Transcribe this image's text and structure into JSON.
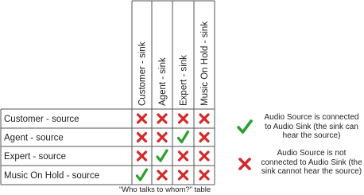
{
  "table": {
    "columns": [
      "Customer - sink",
      "Agent - sink",
      "Expert - sink",
      "Music On Hold - sink"
    ],
    "rows": [
      {
        "label": "Customer - source",
        "cells": [
          "no",
          "no",
          "no",
          "no"
        ]
      },
      {
        "label": "Agent - source",
        "cells": [
          "no",
          "no",
          "yes",
          "no"
        ]
      },
      {
        "label": "Expert - source",
        "cells": [
          "no",
          "yes",
          "no",
          "no"
        ]
      },
      {
        "label": "Music On Hold - source",
        "cells": [
          "yes",
          "no",
          "no",
          "no"
        ]
      }
    ],
    "caption": "“Who talks to whom?” table"
  },
  "legend": {
    "yes": {
      "icon": "check-icon",
      "text": "Audio Source is connected to Audio Sink (the sink can hear the source)"
    },
    "no": {
      "icon": "cross-icon",
      "text": "Audio Source is not connected to Audio Sink (the sink cannot hear the source)"
    }
  },
  "colors": {
    "yes": "#2e9e2e",
    "no": "#d42a2a",
    "grid": "#555555"
  }
}
